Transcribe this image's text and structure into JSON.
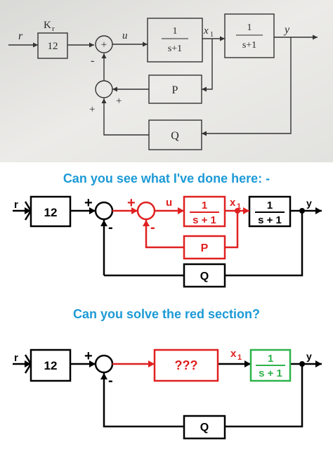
{
  "photo": {
    "signal_r": "r",
    "gain_label": "K",
    "gain_sub": "r",
    "gain_value": "12",
    "signal_u": "u",
    "block1_num": "1",
    "block1_den": "s+1",
    "signal_x": "x",
    "signal_x_sub": "1",
    "block2_num": "1",
    "block2_den": "s+1",
    "signal_y": "y",
    "block_p": "P",
    "block_q": "Q",
    "sum1_plus": "+",
    "sum1_minus": "-",
    "sum2_plus_left": "+",
    "sum2_plus_right": "+"
  },
  "question1": "Can you see what I've done here: -",
  "question2": "Can you solve the red section?",
  "diagram2": {
    "signal_r": "r",
    "gain_value": "12",
    "sum1_plus": "+",
    "sum1_minus": "-",
    "sum2_plus": "+",
    "sum2_minus": "-",
    "signal_u": "u",
    "block1_num": "1",
    "block1_den": "s + 1",
    "signal_x": "x",
    "signal_x_sub": "1",
    "block2_num": "1",
    "block2_den": "s + 1",
    "signal_y": "y",
    "block_p": "P",
    "block_q": "Q"
  },
  "diagram3": {
    "signal_r": "r",
    "gain_value": "12",
    "sum_plus": "+",
    "sum_minus": "-",
    "unknown_block": "???",
    "signal_x": "x",
    "signal_x_sub": "1",
    "block_num": "1",
    "block_den": "s + 1",
    "signal_y": "y",
    "block_q": "Q"
  },
  "colors": {
    "question_text": "#1c9ad6",
    "red_section": "#e02020",
    "green_block": "#2db34a",
    "photo_paper": "#e6e6e4"
  }
}
